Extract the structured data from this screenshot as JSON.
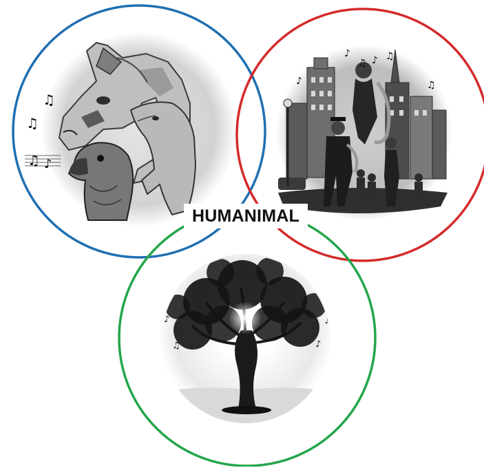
{
  "diagram": {
    "center_label": "HUMANIMAL",
    "circles": [
      {
        "id": "animals",
        "depicts": "horse, eagle and dolphin sketch with music notes",
        "ring_color": "#1f6fb2"
      },
      {
        "id": "humans",
        "depicts": "city street with saxophone player and dancers",
        "ring_color": "#d42a2a"
      },
      {
        "id": "nature",
        "depicts": "tree whose canopy is made of music notes",
        "ring_color": "#24a64a"
      }
    ]
  }
}
